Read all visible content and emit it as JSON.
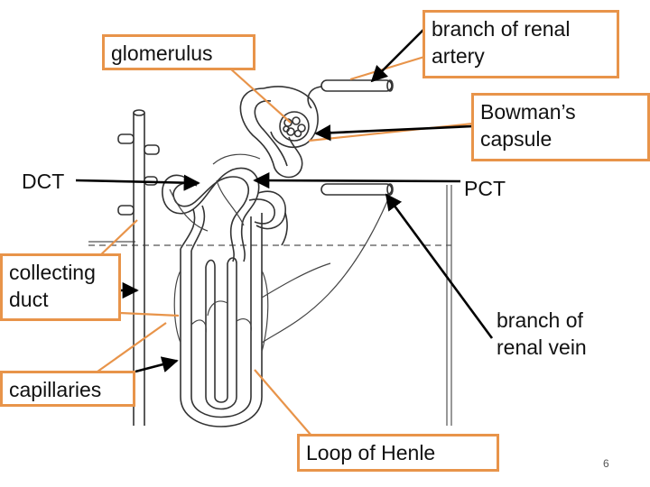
{
  "labels": {
    "glomerulus": "glomerulus",
    "renal_artery": "branch of renal\nartery",
    "bowmans_capsule": "Bowman’s\ncapsule",
    "dct": "DCT",
    "pct": "PCT",
    "collecting_duct": "collecting\nduct",
    "renal_vein": "branch of\nrenal vein",
    "capillaries": "capillaries",
    "loop_of_henle": "Loop of Henle"
  },
  "page_number": "6",
  "colors": {
    "label_border": "#e8944a",
    "orange_pointer": "#e8944a",
    "black_pointer": "#000000",
    "drawing_line": "#333333"
  }
}
